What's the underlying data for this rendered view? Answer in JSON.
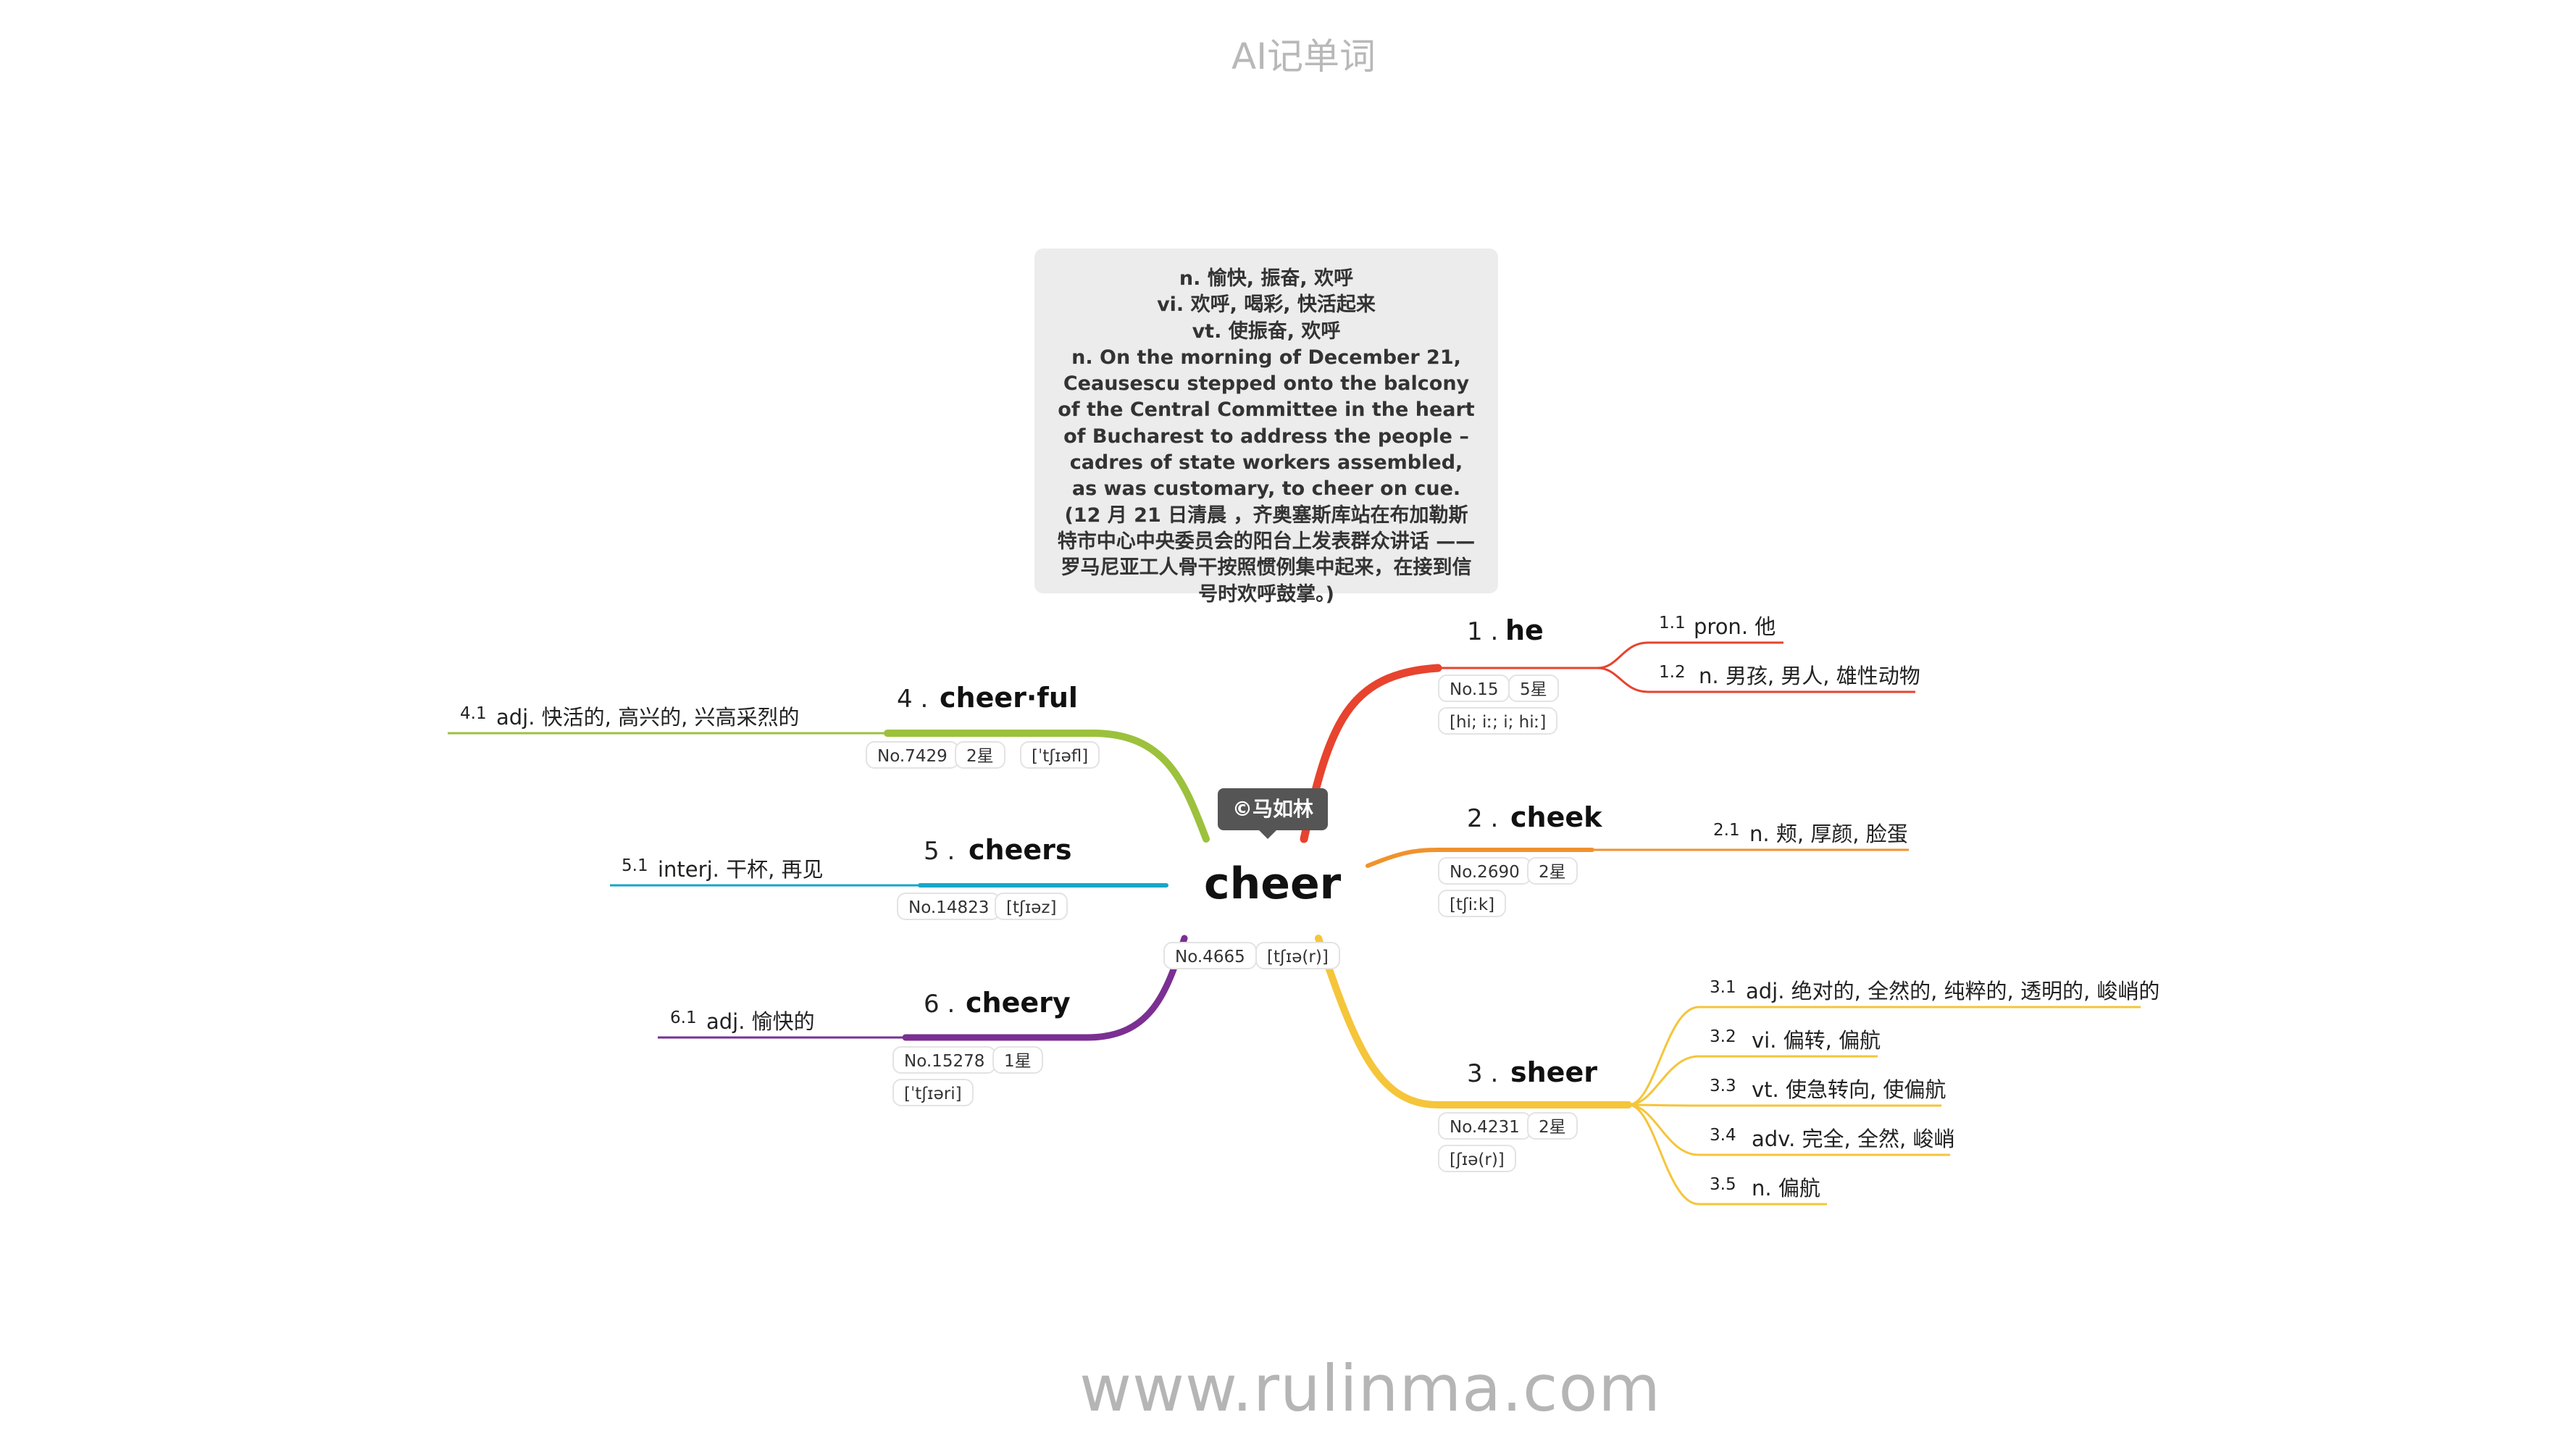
{
  "app_title": "AI记单词",
  "watermark": "www.rulinma.com",
  "author_badge": "©马如林",
  "central": {
    "word": "cheer",
    "rank": "No.4665",
    "phonetic": "[tʃɪə(r)]"
  },
  "note_lines": [
    "n. 愉快, 振奋, 欢呼",
    "vi. 欢呼, 喝彩, 快活起来",
    "vt. 使振奋, 欢呼",
    "n. On the morning of December 21, Ceausescu stepped onto the balcony of the Central Committee in the heart of Bucharest to address the people – cadres of state workers assembled, as was customary, to cheer on cue. (12 月 21 日清晨 ，齐奥塞斯库站在布加勒斯特市中心中央委员会的阳台上发表群众讲话 —— 罗马尼亚工人骨干按照惯例集中起来，在接到信号时欢呼鼓掌。)"
  ],
  "branches": [
    {
      "num": "1 .",
      "word": "he",
      "rank": "No.15",
      "stars": "5星",
      "phonetic": "[hi; iː; i; hiː]",
      "color": "#e8432e",
      "senses": [
        {
          "num": "1.1",
          "def": "pron. 他"
        },
        {
          "num": "1.2",
          "def": "n. 男孩, 男人, 雄性动物"
        }
      ]
    },
    {
      "num": "2 .",
      "word": "cheek",
      "rank": "No.2690",
      "stars": "2星",
      "phonetic": "[tʃiːk]",
      "color": "#f0922e",
      "senses": [
        {
          "num": "2.1",
          "def": "n. 颊, 厚颜, 脸蛋"
        }
      ]
    },
    {
      "num": "3 .",
      "word": "sheer",
      "rank": "No.4231",
      "stars": "2星",
      "phonetic": "[ʃɪə(r)]",
      "color": "#f5c53a",
      "senses": [
        {
          "num": "3.1",
          "def": "adj. 绝对的, 全然的, 纯粹的, 透明的, 峻峭的"
        },
        {
          "num": "3.2",
          "def": "vi. 偏转, 偏航"
        },
        {
          "num": "3.3",
          "def": "vt. 使急转向, 使偏航"
        },
        {
          "num": "3.4",
          "def": "adv. 完全, 全然, 峻峭"
        },
        {
          "num": "3.5",
          "def": "n. 偏航"
        }
      ]
    },
    {
      "num": "4 .",
      "word": "cheer·ful",
      "rank": "No.7429",
      "stars": "2星",
      "phonetic": "[ˈtʃɪəfl]",
      "color": "#9cc13c",
      "senses": [
        {
          "num": "4.1",
          "def": "adj. 快活的, 高兴的, 兴高采烈的"
        }
      ]
    },
    {
      "num": "5 .",
      "word": "cheers",
      "rank": "No.14823",
      "phonetic": "[tʃɪəz]",
      "color": "#17a6c8",
      "senses": [
        {
          "num": "5.1",
          "def": "interj. 干杯, 再见"
        }
      ]
    },
    {
      "num": "6 .",
      "word": "cheery",
      "rank": "No.15278",
      "stars": "1星",
      "phonetic": "[ˈtʃɪəri]",
      "color": "#7b2f93",
      "senses": [
        {
          "num": "6.1",
          "def": "adj. 愉快的"
        }
      ]
    }
  ]
}
